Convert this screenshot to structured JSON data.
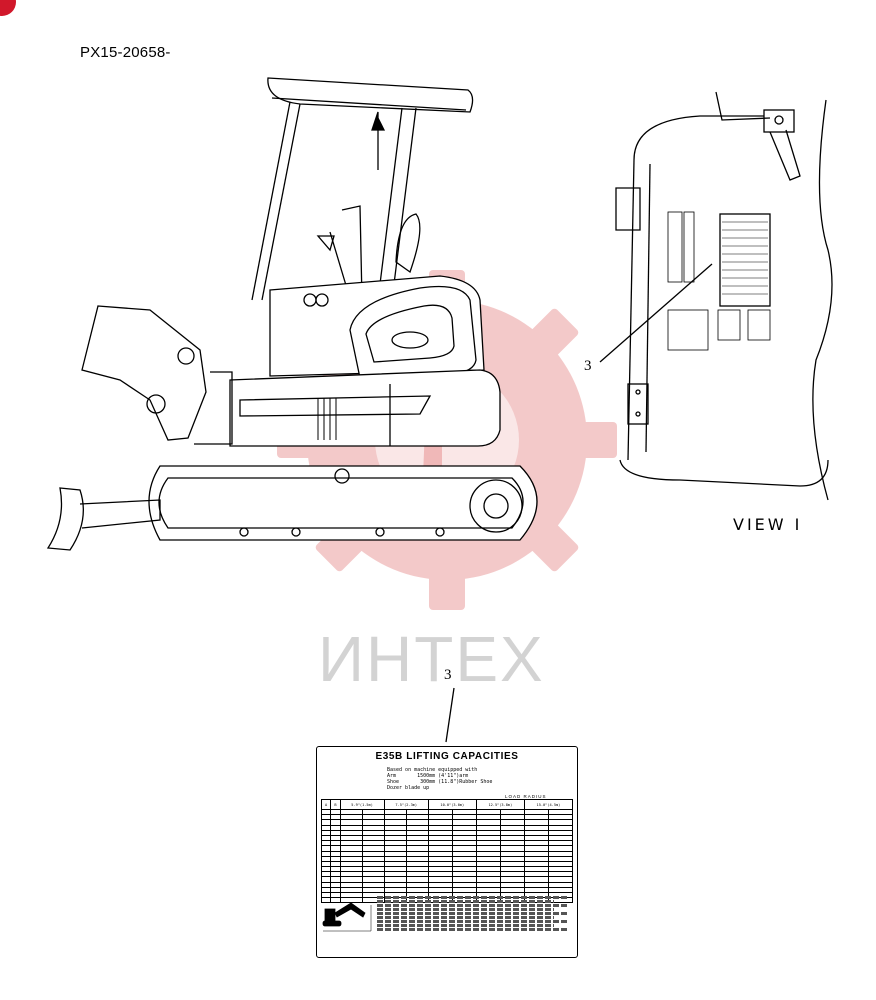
{
  "header": {
    "part_code": "PX15-20658-"
  },
  "watermark": {
    "text": "ИНТЕХ",
    "color": "#e8a0a0"
  },
  "view": {
    "label": "VIEW I",
    "callout_number": "3"
  },
  "decal_callout": {
    "number": "3"
  },
  "decal": {
    "title": "E35B LIFTING CAPACITIES",
    "notes": "Based on machine equipped with\nArm       1500mm (4'11\")arm\nShoe       300mm (11.8\")Rubber Shoe\nDozer blade up",
    "load_radius_label": "LOAD RADIUS",
    "column_a": "A",
    "column_b": "B",
    "radius_headers": [
      "5.9\"(1.5m)",
      "7.5\"(2.3m)",
      "10.0\"(3.0m)",
      "12.5\"(3.8m)",
      "15.0\"(4.5m)"
    ]
  },
  "colors": {
    "accent_red": "#d1182b",
    "line": "#000000"
  }
}
